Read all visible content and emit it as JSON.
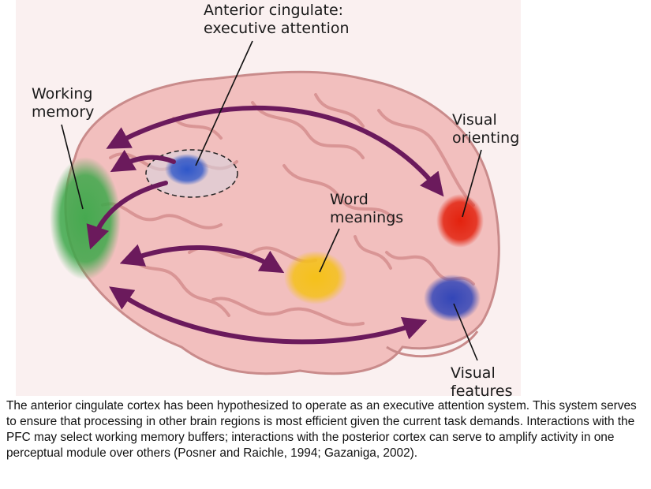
{
  "labels": {
    "anterior_cingulate": "Anterior cingulate:\nexecutive attention",
    "working_memory": "Working\nmemory",
    "visual_orienting": "Visual\norienting",
    "word_meanings": "Word\nmeanings",
    "visual_features": "Visual\nfeatures"
  },
  "colors": {
    "arrow": "#6b1a5c",
    "working_memory_region": "#3da84a",
    "anterior_cingulate_region": "#2f57c9",
    "visual_orienting_region": "#e3220e",
    "word_meanings_region": "#f5c11a",
    "visual_features_region": "#3346b8",
    "brain": "#f2bfbe"
  },
  "caption": "The anterior cingulate cortex has been hypothesized to operate as an executive attention system. This system serves to ensure that processing in other brain regions is most efficient given the current task demands. Interactions with the PFC may select working memory buffers; interactions with the posterior cortex can serve to amplify activity in one perceptual module over others (Posner and Raichle, 1994; Gazaniga, 2002)."
}
